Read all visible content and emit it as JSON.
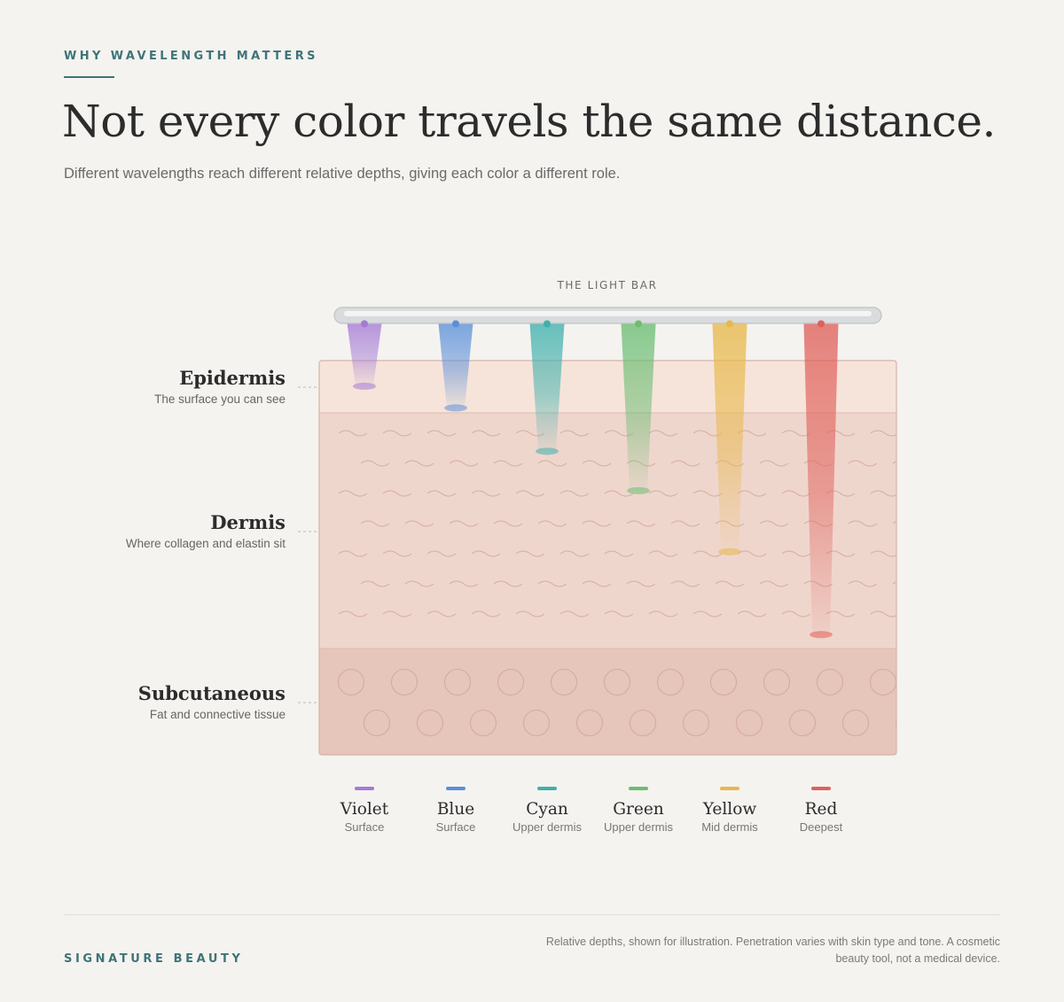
{
  "eyebrow": "WHY WAVELENGTH MATTERS",
  "headline": "Not every color travels the same distance.",
  "subhead": "Different wavelengths reach different relative depths, giving each color a different role.",
  "diagram": {
    "bar_caption": "THE LIGHT BAR",
    "layers": [
      {
        "name": "Epidermis",
        "description": "The surface you can see",
        "color": "#f6e4da"
      },
      {
        "name": "Dermis",
        "description": "Where collagen and elastin sit",
        "color": "#efd6cd"
      },
      {
        "name": "Subcutaneous",
        "description": "Fat and connective tissue",
        "color": "#e6c5bb"
      }
    ],
    "beams": [
      {
        "name": "Violet",
        "depth_label": "Surface",
        "color": "#a47ad4",
        "relative_depth": 0.065
      },
      {
        "name": "Blue",
        "depth_label": "Surface",
        "color": "#5b8fd9",
        "relative_depth": 0.12
      },
      {
        "name": "Cyan",
        "depth_label": "Upper dermis",
        "color": "#3fb0ac",
        "relative_depth": 0.23
      },
      {
        "name": "Green",
        "depth_label": "Upper dermis",
        "color": "#6bbd72",
        "relative_depth": 0.33
      },
      {
        "name": "Yellow",
        "depth_label": "Mid dermis",
        "color": "#e8b84a",
        "relative_depth": 0.485
      },
      {
        "name": "Red",
        "depth_label": "Deepest",
        "color": "#e0605a",
        "relative_depth": 0.695
      }
    ]
  },
  "footer": {
    "brand": "SIGNATURE BEAUTY",
    "disclaimer": "Relative depths, shown for illustration. Penetration varies with skin type and tone. A cosmetic beauty tool, not a medical device."
  }
}
